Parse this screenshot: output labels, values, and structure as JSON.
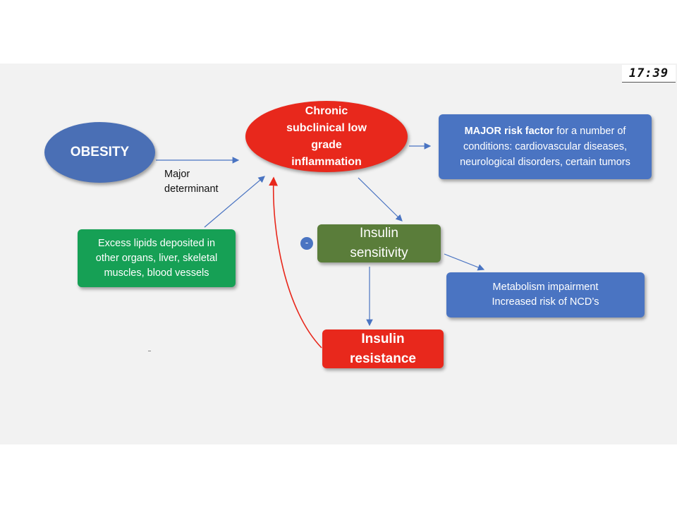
{
  "clock": "17:39",
  "nodes": {
    "obesity": "OBESITY",
    "inflammation": [
      "Chronic",
      "subclinical low",
      "grade",
      "inflammation"
    ],
    "major_risk": {
      "bold": "MAJOR risk factor",
      "rest1": " for a number of",
      "line2": "conditions: cardiovascular diseases,",
      "line3": "neurological disorders, certain tumors"
    },
    "lipids": [
      "Excess lipids deposited in",
      "other organs, liver, skeletal",
      "muscles, blood vessels"
    ],
    "sensitivity": [
      "Insulin",
      "sensitivity"
    ],
    "sensitivity_sign": "-",
    "metabolism": [
      "Metabolism impairment",
      "Increased risk of NCD’s"
    ],
    "resistance": [
      "Insulin",
      "resistance"
    ]
  },
  "edge_label": [
    "Major",
    "determinant"
  ],
  "colors": {
    "obesity": "#4a6fb5",
    "inflammation": "#e8281c",
    "info_box": "#4a74c2",
    "lipids": "#16a055",
    "sensitivity": "#5a7d3a",
    "resistance": "#e8281c",
    "arrow": "#4a74c2",
    "feedback_arrow": "#e8281c"
  }
}
